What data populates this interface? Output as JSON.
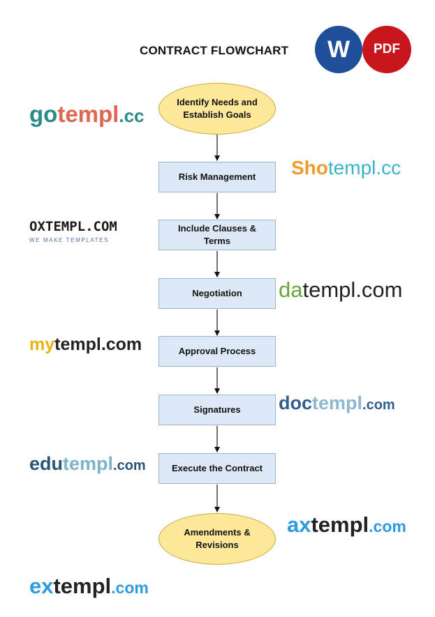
{
  "header": {
    "title": "CONTRACT FLOWCHART",
    "word_badge": "W",
    "pdf_badge": "PDF"
  },
  "flowchart": {
    "nodes": [
      {
        "label": "Identify Needs and Establish Goals",
        "shape": "ellipse"
      },
      {
        "label": "Risk Management",
        "shape": "rect"
      },
      {
        "label": "Include Clauses & Terms",
        "shape": "rect"
      },
      {
        "label": "Negotiation",
        "shape": "rect"
      },
      {
        "label": "Approval Process",
        "shape": "rect"
      },
      {
        "label": "Signatures",
        "shape": "rect"
      },
      {
        "label": "Execute the Contract",
        "shape": "rect"
      },
      {
        "label": "Amendments & Revisions",
        "shape": "ellipse"
      }
    ]
  },
  "watermarks": {
    "gotempl": {
      "a": "go",
      "b": "templ",
      "c": ".cc"
    },
    "shotempl": {
      "a": "Sho",
      "b": "templ",
      "c": ".cc"
    },
    "oxtempl": {
      "main": "OXTEMPL.COM",
      "sub": "WE MAKE TEMPLATES"
    },
    "datempl": {
      "a": "da",
      "b": "templ.com"
    },
    "mytempl": {
      "a": "my",
      "b": "templ.com"
    },
    "doctempl": {
      "a": "doc",
      "b": "templ",
      "c": ".com"
    },
    "edutempl": {
      "a": "edu",
      "b": "templ",
      "c": ".com"
    },
    "axtempl": {
      "a": "ax",
      "b": "templ",
      "c": ".com"
    },
    "extempl": {
      "a": "ex",
      "b": "templ",
      "c": ".com"
    }
  },
  "colors": {
    "terminal_fill": "#fde89a",
    "process_fill": "#dce8f5",
    "word_blue": "#1f4e9a",
    "pdf_red": "#c8161d"
  }
}
